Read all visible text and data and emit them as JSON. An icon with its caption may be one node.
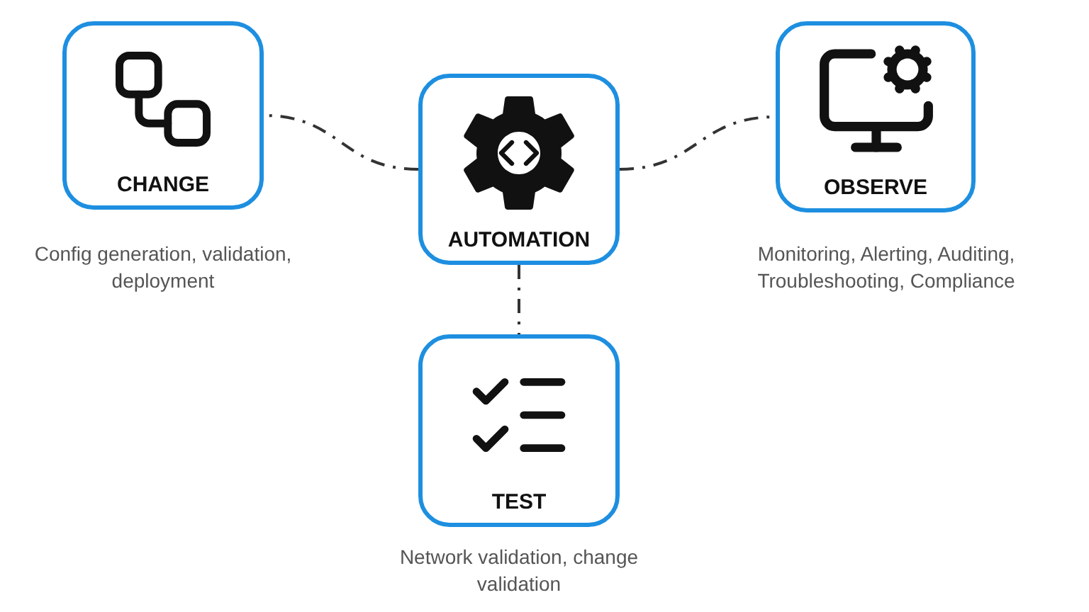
{
  "diagram": {
    "nodes": [
      {
        "text": [
          "CHANGE"
        ],
        "beside": [
          "Config generation, validation, deployment"
        ]
      },
      {
        "text": [
          "AUTOMATION"
        ]
      },
      {
        "text": [
          "OBSERVE"
        ],
        "beside": [
          "Monitoring, Alerting, Auditing, Troubleshooting, Compliance"
        ]
      },
      {
        "text": [
          "TEST"
        ],
        "beside": [
          "Network validation, change validation"
        ]
      }
    ],
    "edges": [
      {
        "from": 1,
        "to": 0,
        "arrow": "none",
        "style": "dashed"
      },
      {
        "from": 1,
        "to": 2,
        "arrow": "none",
        "style": "dashed"
      },
      {
        "from": 1,
        "to": 3,
        "arrow": "none",
        "style": "dashed"
      }
    ]
  }
}
